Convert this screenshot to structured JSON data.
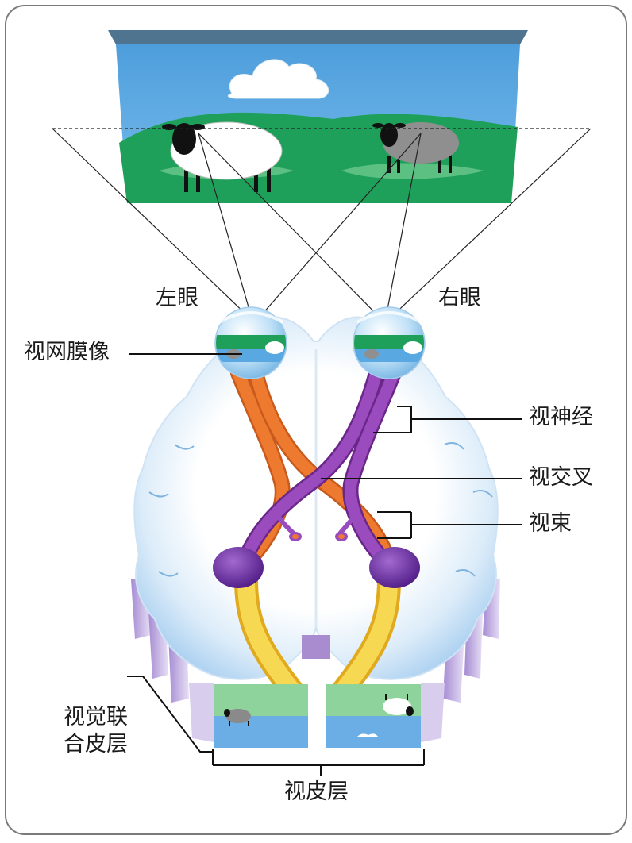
{
  "labels": {
    "left_eye": "左眼",
    "right_eye": "右眼",
    "retinal_image": "视网膜像",
    "optic_nerve": "视神经",
    "optic_chiasm": "视交叉",
    "optic_tract": "视束",
    "visual_association_cortex_line1": "视觉联",
    "visual_association_cortex_line2": "合皮层",
    "visual_cortex": "视皮层"
  },
  "colors": {
    "border": "#7a7a7a",
    "sky": "#5aa8e2",
    "grass": "#1fa05a",
    "brain_fill": "#ffffff",
    "brain_shade": "#b6d8f2",
    "left_pathway": "#ee7a30",
    "right_pathway": "#8f3fb0",
    "lgn": "#6d2c9e",
    "radiation": "#f4cd3c",
    "cortex_side": "#bba2dc"
  }
}
